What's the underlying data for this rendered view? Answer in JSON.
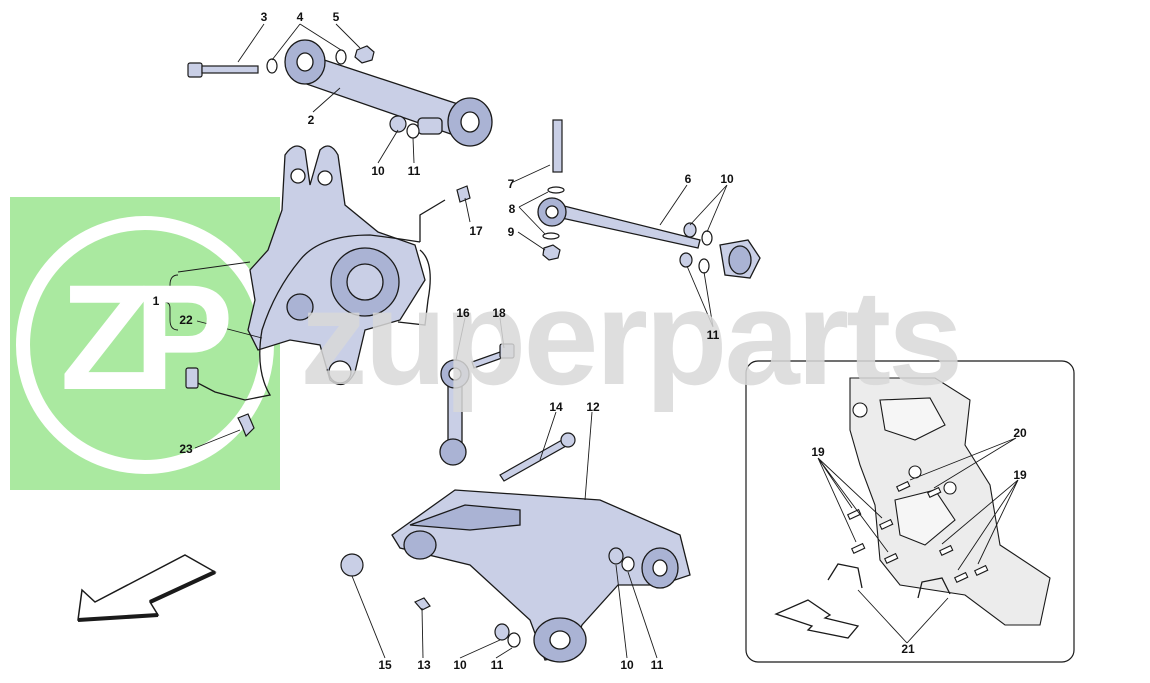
{
  "watermark": {
    "logo_letters": "ZP",
    "brand_text": "zuperparts",
    "logo_color": "#9be58f",
    "text_color": "#d9d9d9"
  },
  "palette": {
    "part_fill": "#c9cfe6",
    "part_fill_dark": "#aab3d4",
    "outline": "#1a1a1a",
    "inset_fill": "#ececec"
  },
  "callouts": {
    "c1": "1",
    "c2": "2",
    "c3": "3",
    "c4": "4",
    "c5": "5",
    "c6": "6",
    "c7": "7",
    "c8": "8",
    "c9": "9",
    "c10a": "10",
    "c10b": "10",
    "c10c": "10",
    "c10d": "10",
    "c11a": "11",
    "c11b": "11",
    "c11c": "11",
    "c11d": "11",
    "c12": "12",
    "c13": "13",
    "c14": "14",
    "c15": "15",
    "c16": "16",
    "c17": "17",
    "c18": "18",
    "c19a": "19",
    "c19b": "19",
    "c20": "20",
    "c21": "21",
    "c22": "22",
    "c23": "23"
  }
}
